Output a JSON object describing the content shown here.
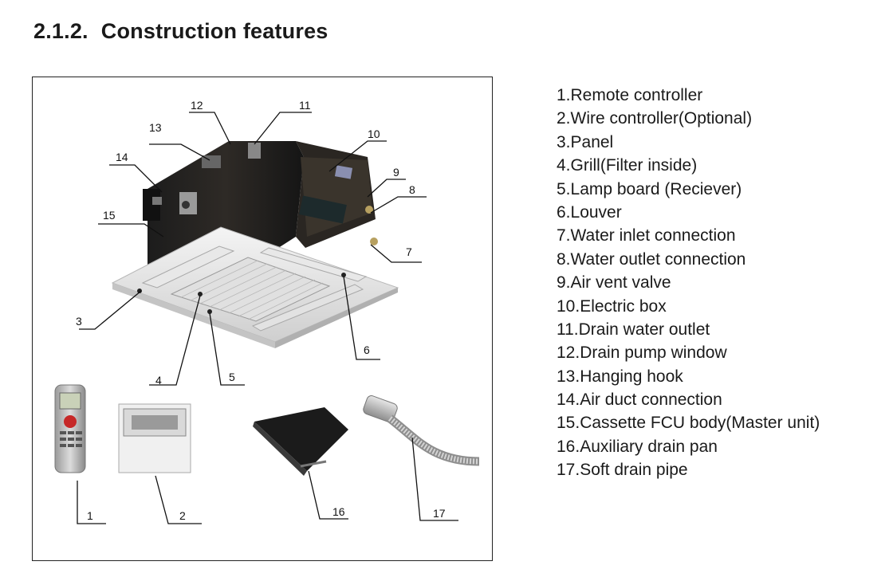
{
  "header": {
    "section_number": "2.1.2.",
    "title": "Construction  features"
  },
  "figure": {
    "callouts": [
      "1",
      "2",
      "3",
      "4",
      "5",
      "6",
      "7",
      "8",
      "9",
      "10",
      "11",
      "12",
      "13",
      "14",
      "15",
      "16",
      "17"
    ]
  },
  "parts_list": [
    "1.Remote controller",
    "2.Wire controller(Optional)",
    "3.Panel",
    "4.Grill(Filter inside)",
    "5.Lamp board (Reciever)",
    "6.Louver",
    "7.Water inlet connection",
    "8.Water outlet connection",
    "9.Air vent valve",
    "10.Electric box",
    "11.Drain water outlet",
    "12.Drain pump window",
    "13.Hanging hook",
    "14.Air duct connection",
    "15.Cassette FCU body(Master unit)",
    "16.Auxiliary drain pan",
    "17.Soft drain pipe"
  ]
}
